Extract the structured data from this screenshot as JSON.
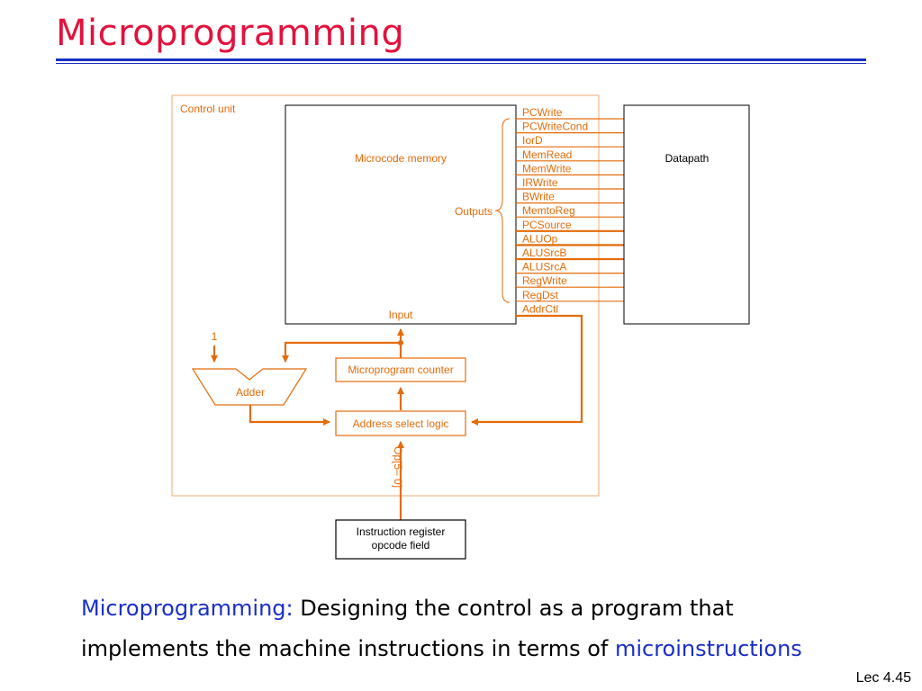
{
  "slide": {
    "title": "Microprogramming",
    "number": "Lec 4.45"
  },
  "diagram": {
    "control_unit_label": "Control unit",
    "microcode_memory_label": "Microcode memory",
    "outputs_label": "Outputs",
    "input_label": "Input",
    "datapath_label": "Datapath",
    "adder_label": "Adder",
    "constant_label": "1",
    "microprogram_counter_label": "Microprogram counter",
    "address_select_label": "Address select logic",
    "opcode_bits_label": "Op[5– 0]",
    "instruction_register_line1": "Instruction register",
    "instruction_register_line2": "opcode field",
    "signals": [
      "PCWrite",
      "PCWriteCond",
      "IorD",
      "MemRead",
      "MemWrite",
      "IRWrite",
      "BWrite",
      "MemtoReg",
      "PCSource",
      "ALUOp",
      "ALUSrcB",
      "ALUSrcA",
      "RegWrite",
      "RegDst",
      "AddrCtl"
    ],
    "colors": {
      "control": "#e46c0a",
      "datapath": "#000000"
    }
  },
  "caption": {
    "term": "Microprogramming:",
    "line1_rest": " Designing the control as a program that",
    "line2_start": "implements the machine instructions in terms of ",
    "line2_emphasis": "microinstructions"
  }
}
